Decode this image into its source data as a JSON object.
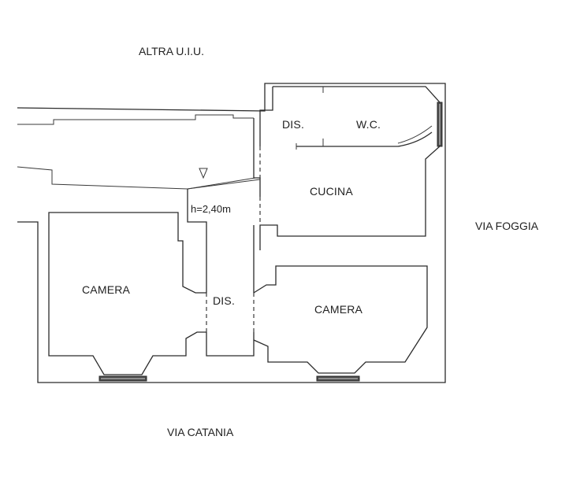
{
  "labels": {
    "altra_uiu": "ALTRA U.I.U.",
    "via_foggia": "VIA FOGGIA",
    "via_catania": "VIA CATANIA",
    "dis_top": "DIS.",
    "wc": "W.C.",
    "cucina": "CUCINA",
    "height_note": "h=2,40m",
    "camera_left": "CAMERA",
    "dis_center": "DIS.",
    "camera_right": "CAMERA"
  },
  "marker": {
    "icon": "level-triangle-icon"
  }
}
